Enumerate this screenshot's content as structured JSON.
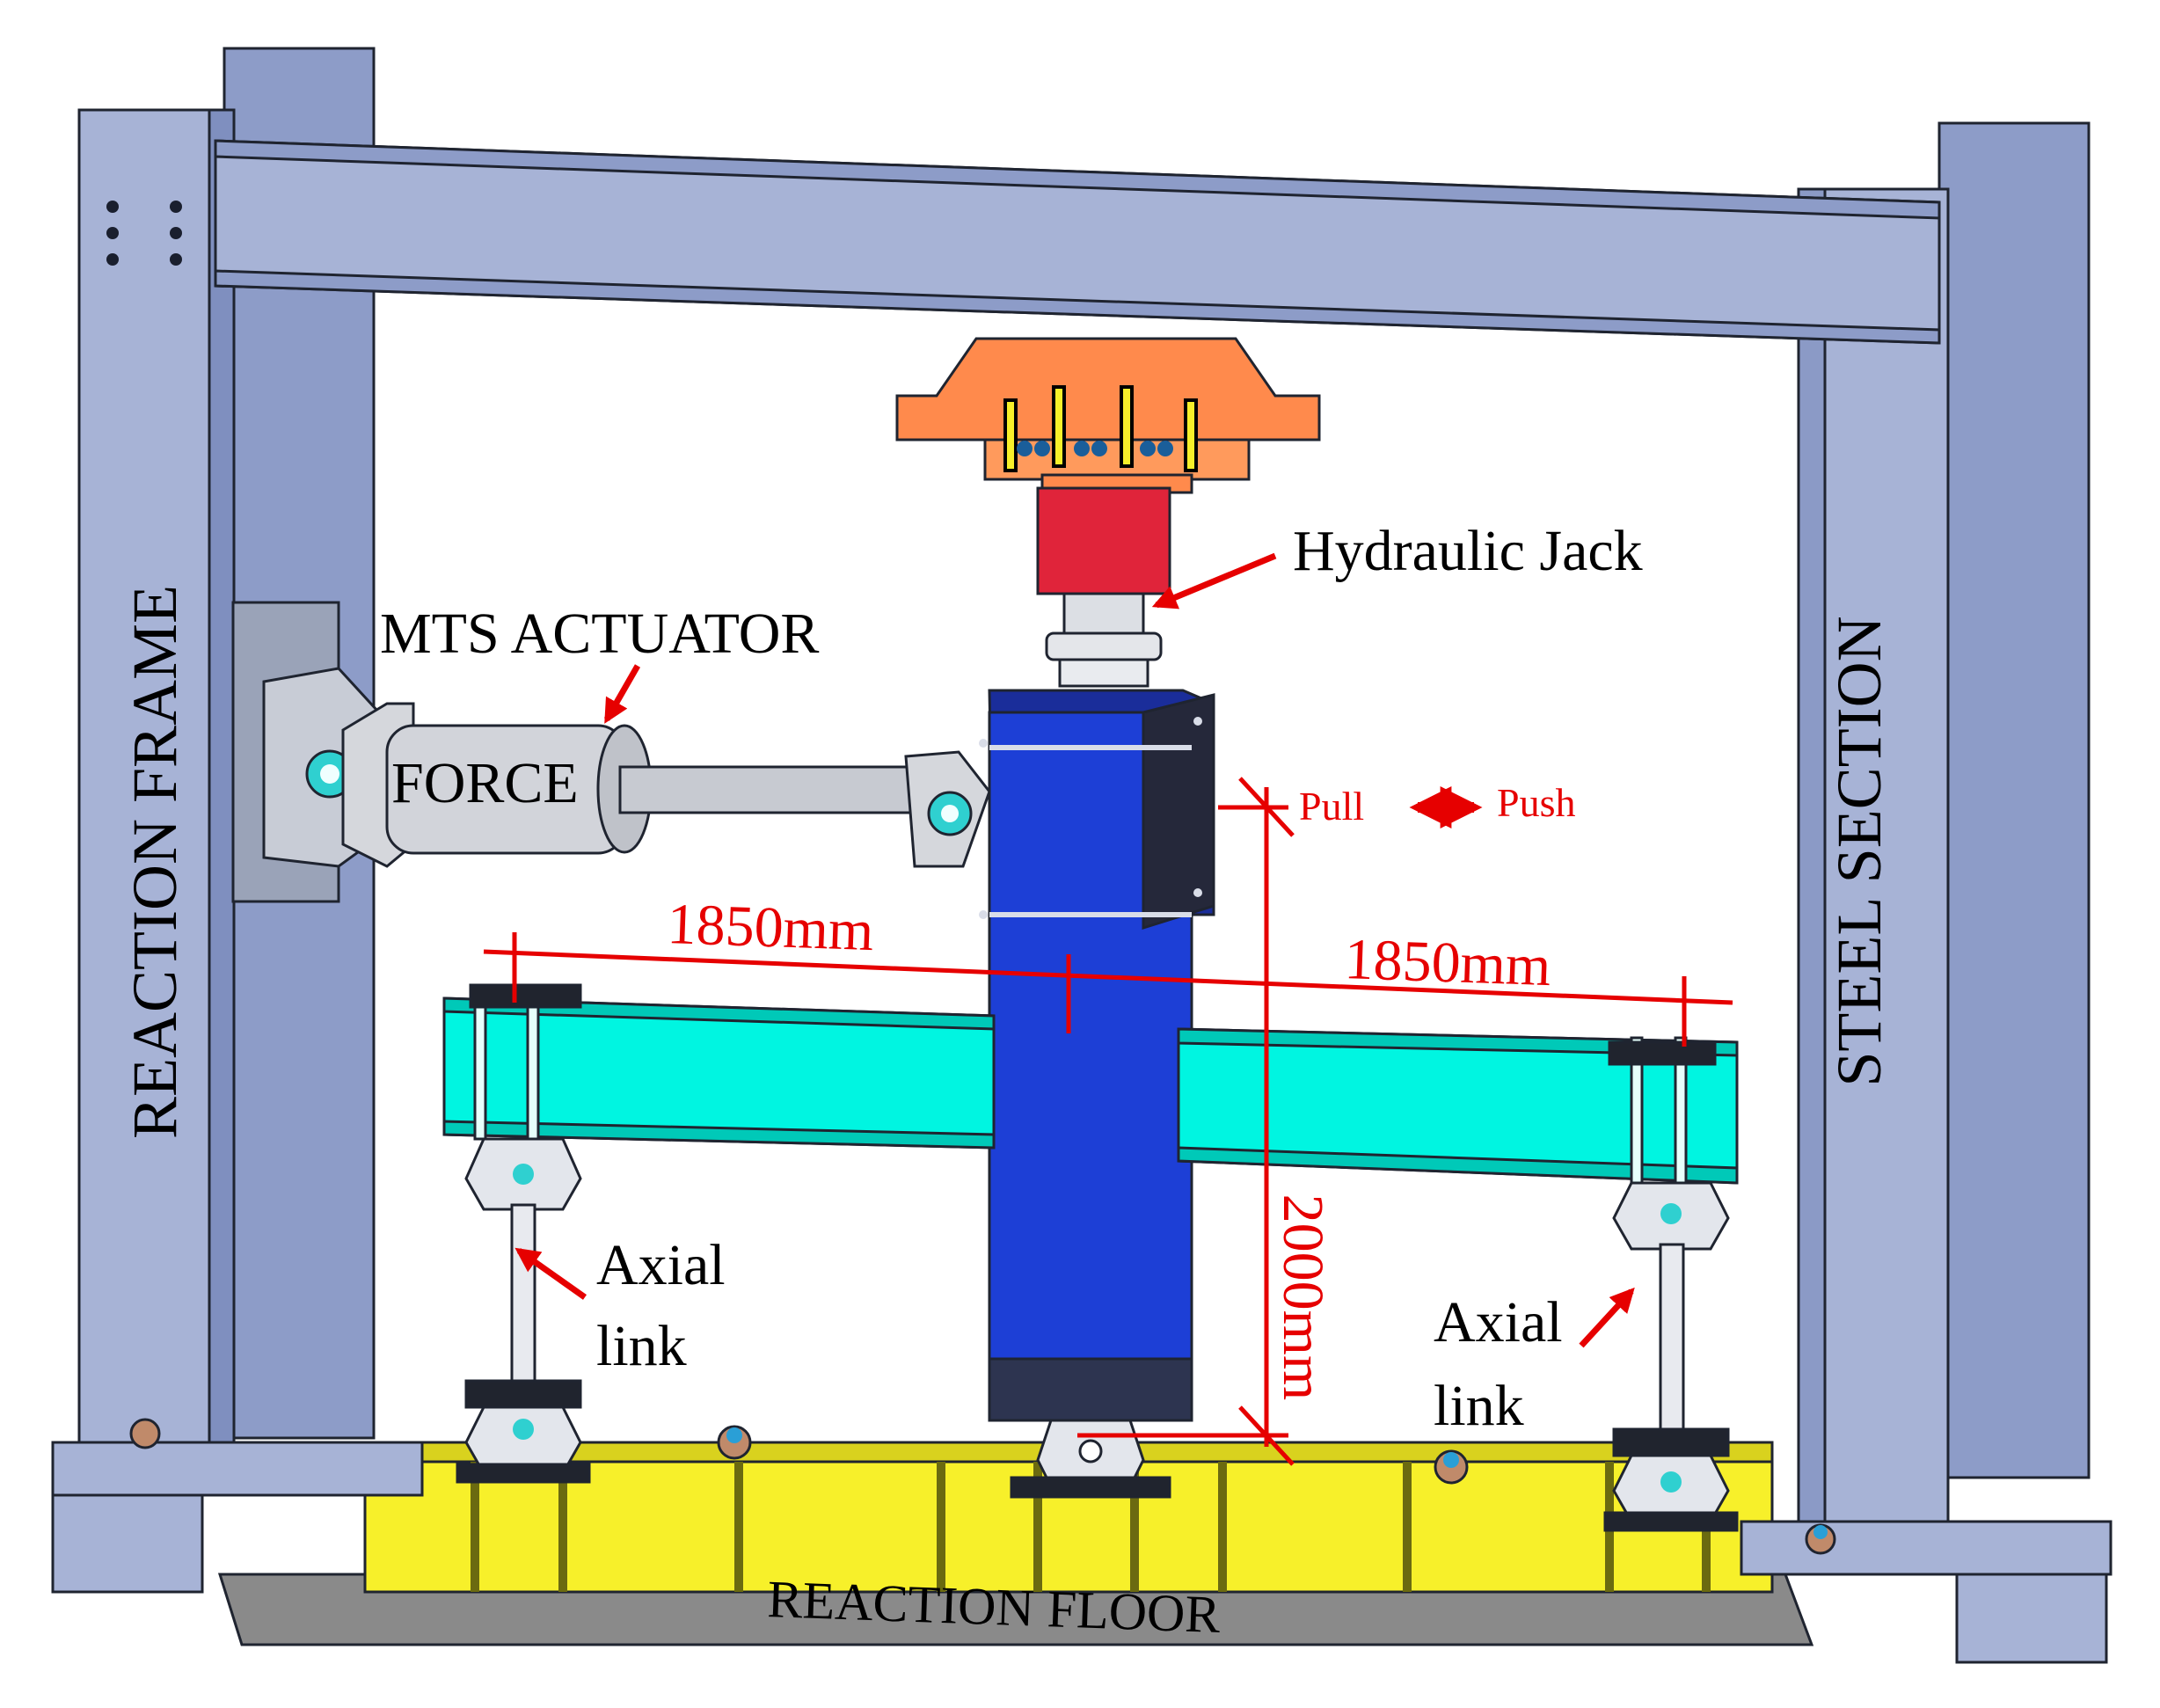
{
  "labels": {
    "reaction_frame": "REACTION FRAME",
    "steel_section": "STEEL SECTION",
    "mts_actuator": "MTS ACTUATOR",
    "force": "FORCE",
    "hydraulic_jack": "Hydraulic Jack",
    "pull": "Pull",
    "push": "Push",
    "reaction_floor": "REACTION FLOOR",
    "axial_link_left_1": "Axial",
    "axial_link_left_2": "link",
    "axial_link_right_1": "Axial",
    "axial_link_right_2": "link"
  },
  "dimensions": {
    "left_span": "1850mm",
    "right_span": "1850mm",
    "column_height": "2000mm"
  },
  "colors": {
    "frame_steel": "#a7b3d6",
    "beam_cyan": "#00f5e1",
    "column_blue": "#1d3fd6",
    "jack_red": "#e0243a",
    "jack_plate_orange": "#ff8a4c",
    "floor_yellow": "#f7f02a",
    "dimension_red": "#e60000",
    "arrow_red": "#e60000"
  }
}
